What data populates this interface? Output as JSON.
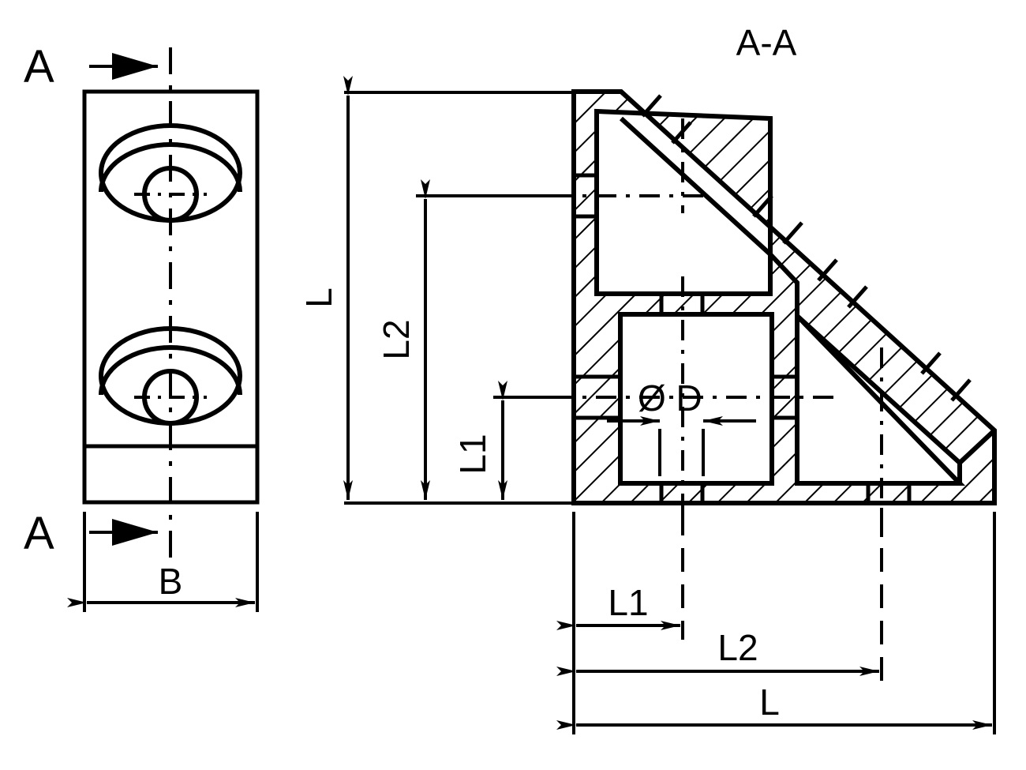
{
  "drawing": {
    "title": "Technical drawing - angle bracket, front view and section A-A",
    "line_color": "#000000",
    "background_color": "#ffffff"
  },
  "front_view": {
    "section_marker_top_label": "A",
    "section_marker_bottom_label": "A",
    "width_dimension_label": "B",
    "holes": [
      {
        "name": "upper-counterbored-hole"
      },
      {
        "name": "lower-counterbored-hole"
      }
    ]
  },
  "section_view": {
    "title": "A-A",
    "vertical_dimensions": [
      {
        "label": "L"
      },
      {
        "label": "L2"
      },
      {
        "label": "L1"
      }
    ],
    "horizontal_dimensions": [
      {
        "label": "L1"
      },
      {
        "label": "L2"
      },
      {
        "label": "L"
      }
    ],
    "bore_dimension_label": "Ø D"
  },
  "labels": {
    "A_top": "A",
    "A_bottom": "A",
    "B": "B",
    "L_vert": "L",
    "L2_vert": "L2",
    "L1_vert": "L1",
    "L1_horiz": "L1",
    "L2_horiz": "L2",
    "L_horiz": "L",
    "section_title": "A-A",
    "diameter": "Ø D"
  }
}
